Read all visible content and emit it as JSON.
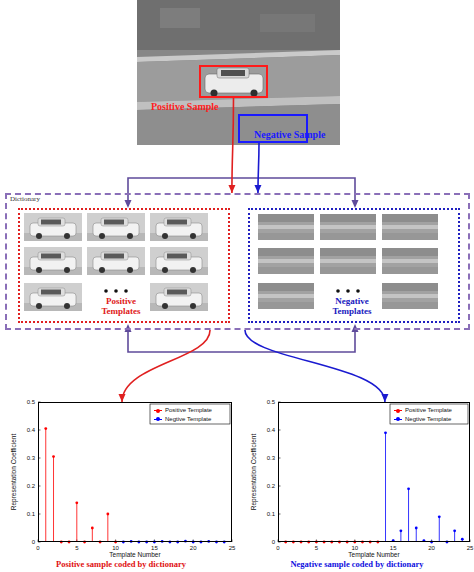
{
  "diagram": {
    "nodes": [
      {
        "text": [
          "Positive Sample"
        ]
      },
      {
        "text": [
          "Negative Sample"
        ]
      },
      {
        "text": [
          "Dictionary"
        ]
      },
      {
        "text": [
          "Positive Templates"
        ],
        "in": 2
      },
      {
        "text": [
          "Negative Templates"
        ],
        "in": 2
      },
      {
        "text": [
          "Positive sample coded by dictionary"
        ]
      },
      {
        "text": [
          "Negative sample coded by dictionary"
        ]
      }
    ],
    "edges": [
      {
        "from": 0,
        "to": 2,
        "arrow": "to"
      },
      {
        "from": 1,
        "to": 2,
        "arrow": "to"
      },
      {
        "from": 2,
        "to": 5,
        "arrow": "to"
      },
      {
        "from": 2,
        "to": 6,
        "arrow": "to"
      }
    ],
    "labels": [
      "Representation Coefficient",
      "0",
      "0.1",
      "0.2",
      "0.3",
      "0.4",
      "0.5",
      "0",
      "5",
      "10",
      "15",
      "20",
      "25",
      "Template Number",
      "Representation Coefficient",
      "0",
      "0.1",
      "0.2",
      "0.3",
      "0.4",
      "0.5",
      "0",
      "5",
      "10",
      "15",
      "20",
      "25",
      "Template Number"
    ],
    "legend": [
      {
        "text": "Positive Template",
        "color": "#ff0000"
      },
      {
        "text": "Negtive Template",
        "color": "#0000ff"
      },
      {
        "text": "Positive Template",
        "color": "#ff0000"
      },
      {
        "text": "Negtive Template",
        "color": "#0000ff"
      }
    ]
  }
}
